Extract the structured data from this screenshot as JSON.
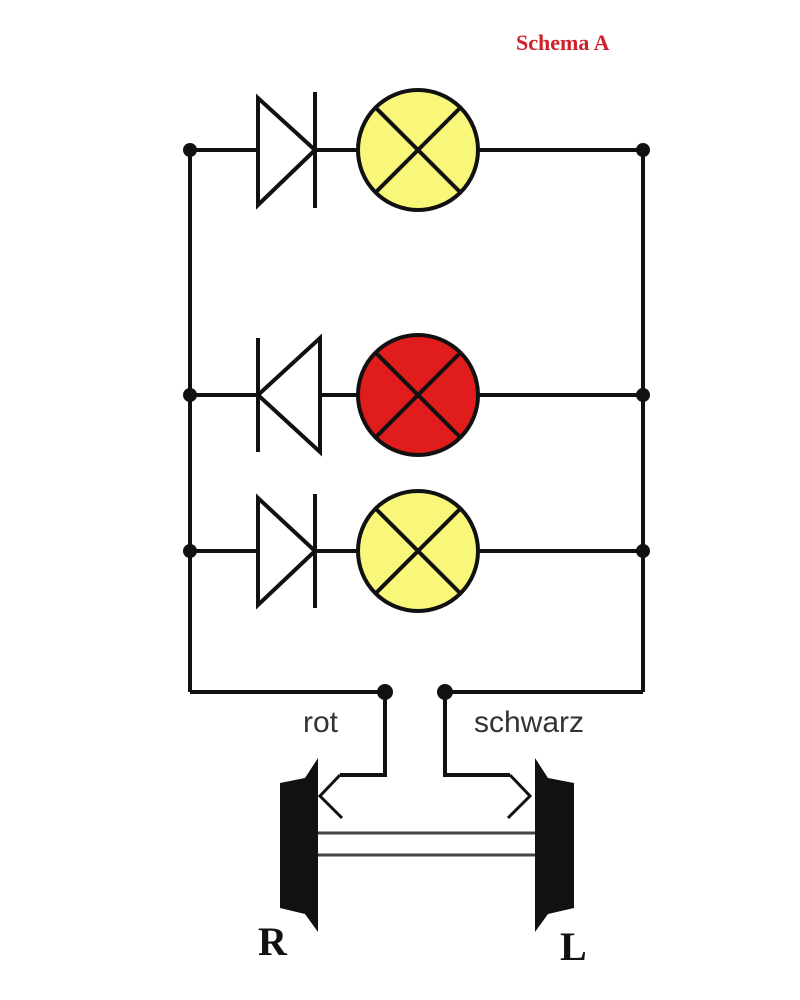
{
  "title": "Schema A",
  "wire_labels": {
    "left": "rot",
    "right": "schwarz"
  },
  "wheel_labels": {
    "left": "R",
    "right": "L"
  },
  "colors": {
    "lamp_yellow": "#f8f77a",
    "lamp_red": "#e01c1c",
    "title_red": "#d0202a",
    "wire": "#111111"
  },
  "branches": [
    {
      "diode": "forward",
      "lamp": "yellow"
    },
    {
      "diode": "reverse",
      "lamp": "red"
    },
    {
      "diode": "forward",
      "lamp": "yellow"
    }
  ]
}
